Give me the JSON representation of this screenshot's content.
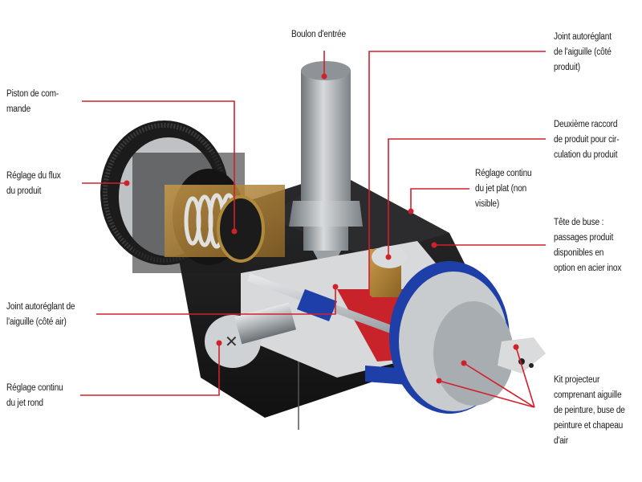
{
  "diagram": {
    "subject": "Spray gun cutaway (pistolet de pulvérisation)",
    "accent_color": "#d2202a",
    "labels": {
      "boulon": "Boulon d'entrée",
      "piston": "Piston de com-\nmande",
      "flux": "Réglage du flux\ndu produit",
      "joint_air": "Joint autoréglant de\nl'aiguille (côté air)",
      "jet_rond": "Réglage continu\ndu jet rond",
      "joint_produit": "Joint autoréglant\nde l'aiguille (côté\nproduit)",
      "raccord": "Deuxième raccord\nde produit pour cir-\nculation du produit",
      "jet_plat": "Réglage continu\ndu jet plat (non\nvisible)",
      "tete": "Tête de buse :\npassages produit\ndisponibles en\noption en acier inox",
      "kit": "Kit projecteur\ncomprenant aiguille\nde peinture, buse de\npeinture et chapeau\nd'air"
    }
  }
}
